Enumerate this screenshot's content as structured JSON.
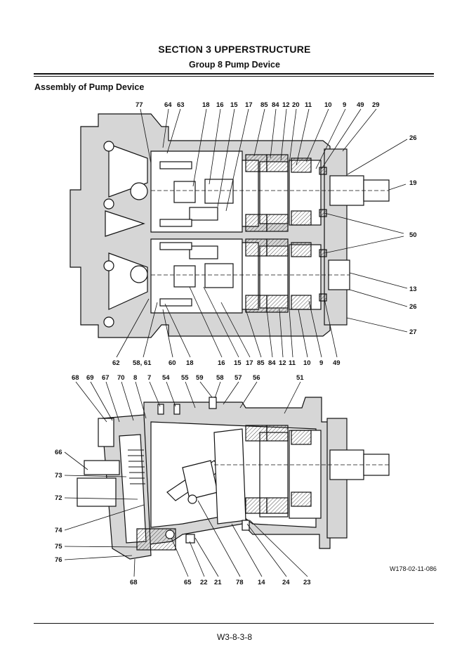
{
  "header": {
    "section_title": "SECTION 3 UPPERSTRUCTURE",
    "group_title": "Group 8 Pump Device"
  },
  "heading": "Assembly of Pump Device",
  "figure_code": "W178-02-11-086",
  "page_number": "W3-8-3-8",
  "callouts": {
    "upper_top": [
      "77",
      "64",
      "63",
      "18",
      "16",
      "15",
      "17",
      "85",
      "84",
      "12",
      "20",
      "11",
      "10",
      "9",
      "49",
      "29"
    ],
    "upper_right": [
      "26",
      "19",
      "50",
      "13",
      "26",
      "27"
    ],
    "upper_bottom": [
      "62",
      "58, 61",
      "60",
      "18",
      "16",
      "15",
      "17",
      "85",
      "84",
      "12",
      "11",
      "10",
      "9",
      "49"
    ],
    "lower_top": [
      "68",
      "69",
      "67",
      "70",
      "8",
      "7",
      "54",
      "55",
      "59",
      "58",
      "57",
      "56",
      "51"
    ],
    "lower_left": [
      "66",
      "73",
      "72",
      "74",
      "75",
      "76"
    ],
    "lower_bottom": [
      "68",
      "65",
      "22",
      "21",
      "78",
      "14",
      "24",
      "23"
    ]
  },
  "colors": {
    "ink": "#111111",
    "casting_fill": "#d6d6d6",
    "section_fill": "#ffffff"
  }
}
